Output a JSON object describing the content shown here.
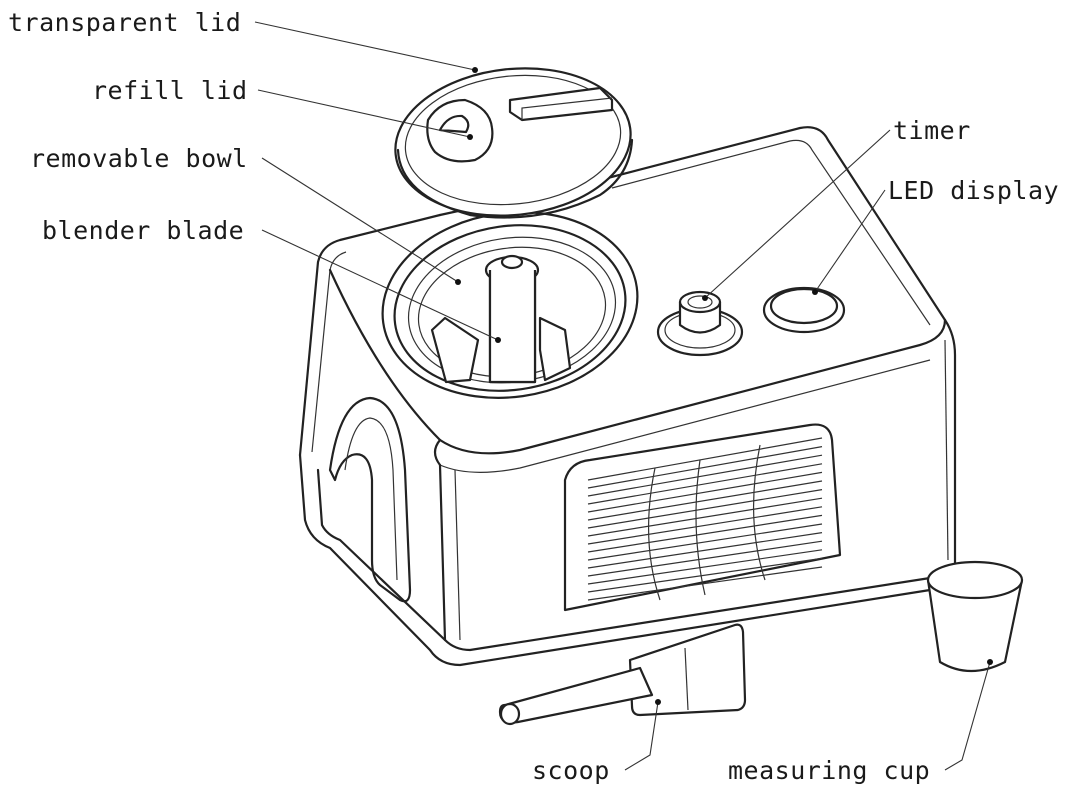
{
  "labels": {
    "transparent_lid": "transparent lid",
    "refill_lid": "refill lid",
    "removable_bowl": "removable bowl",
    "blender_blade": "blender blade",
    "timer": "timer",
    "led_display": "LED display",
    "scoop": "scoop",
    "measuring_cup": "measuring cup"
  }
}
